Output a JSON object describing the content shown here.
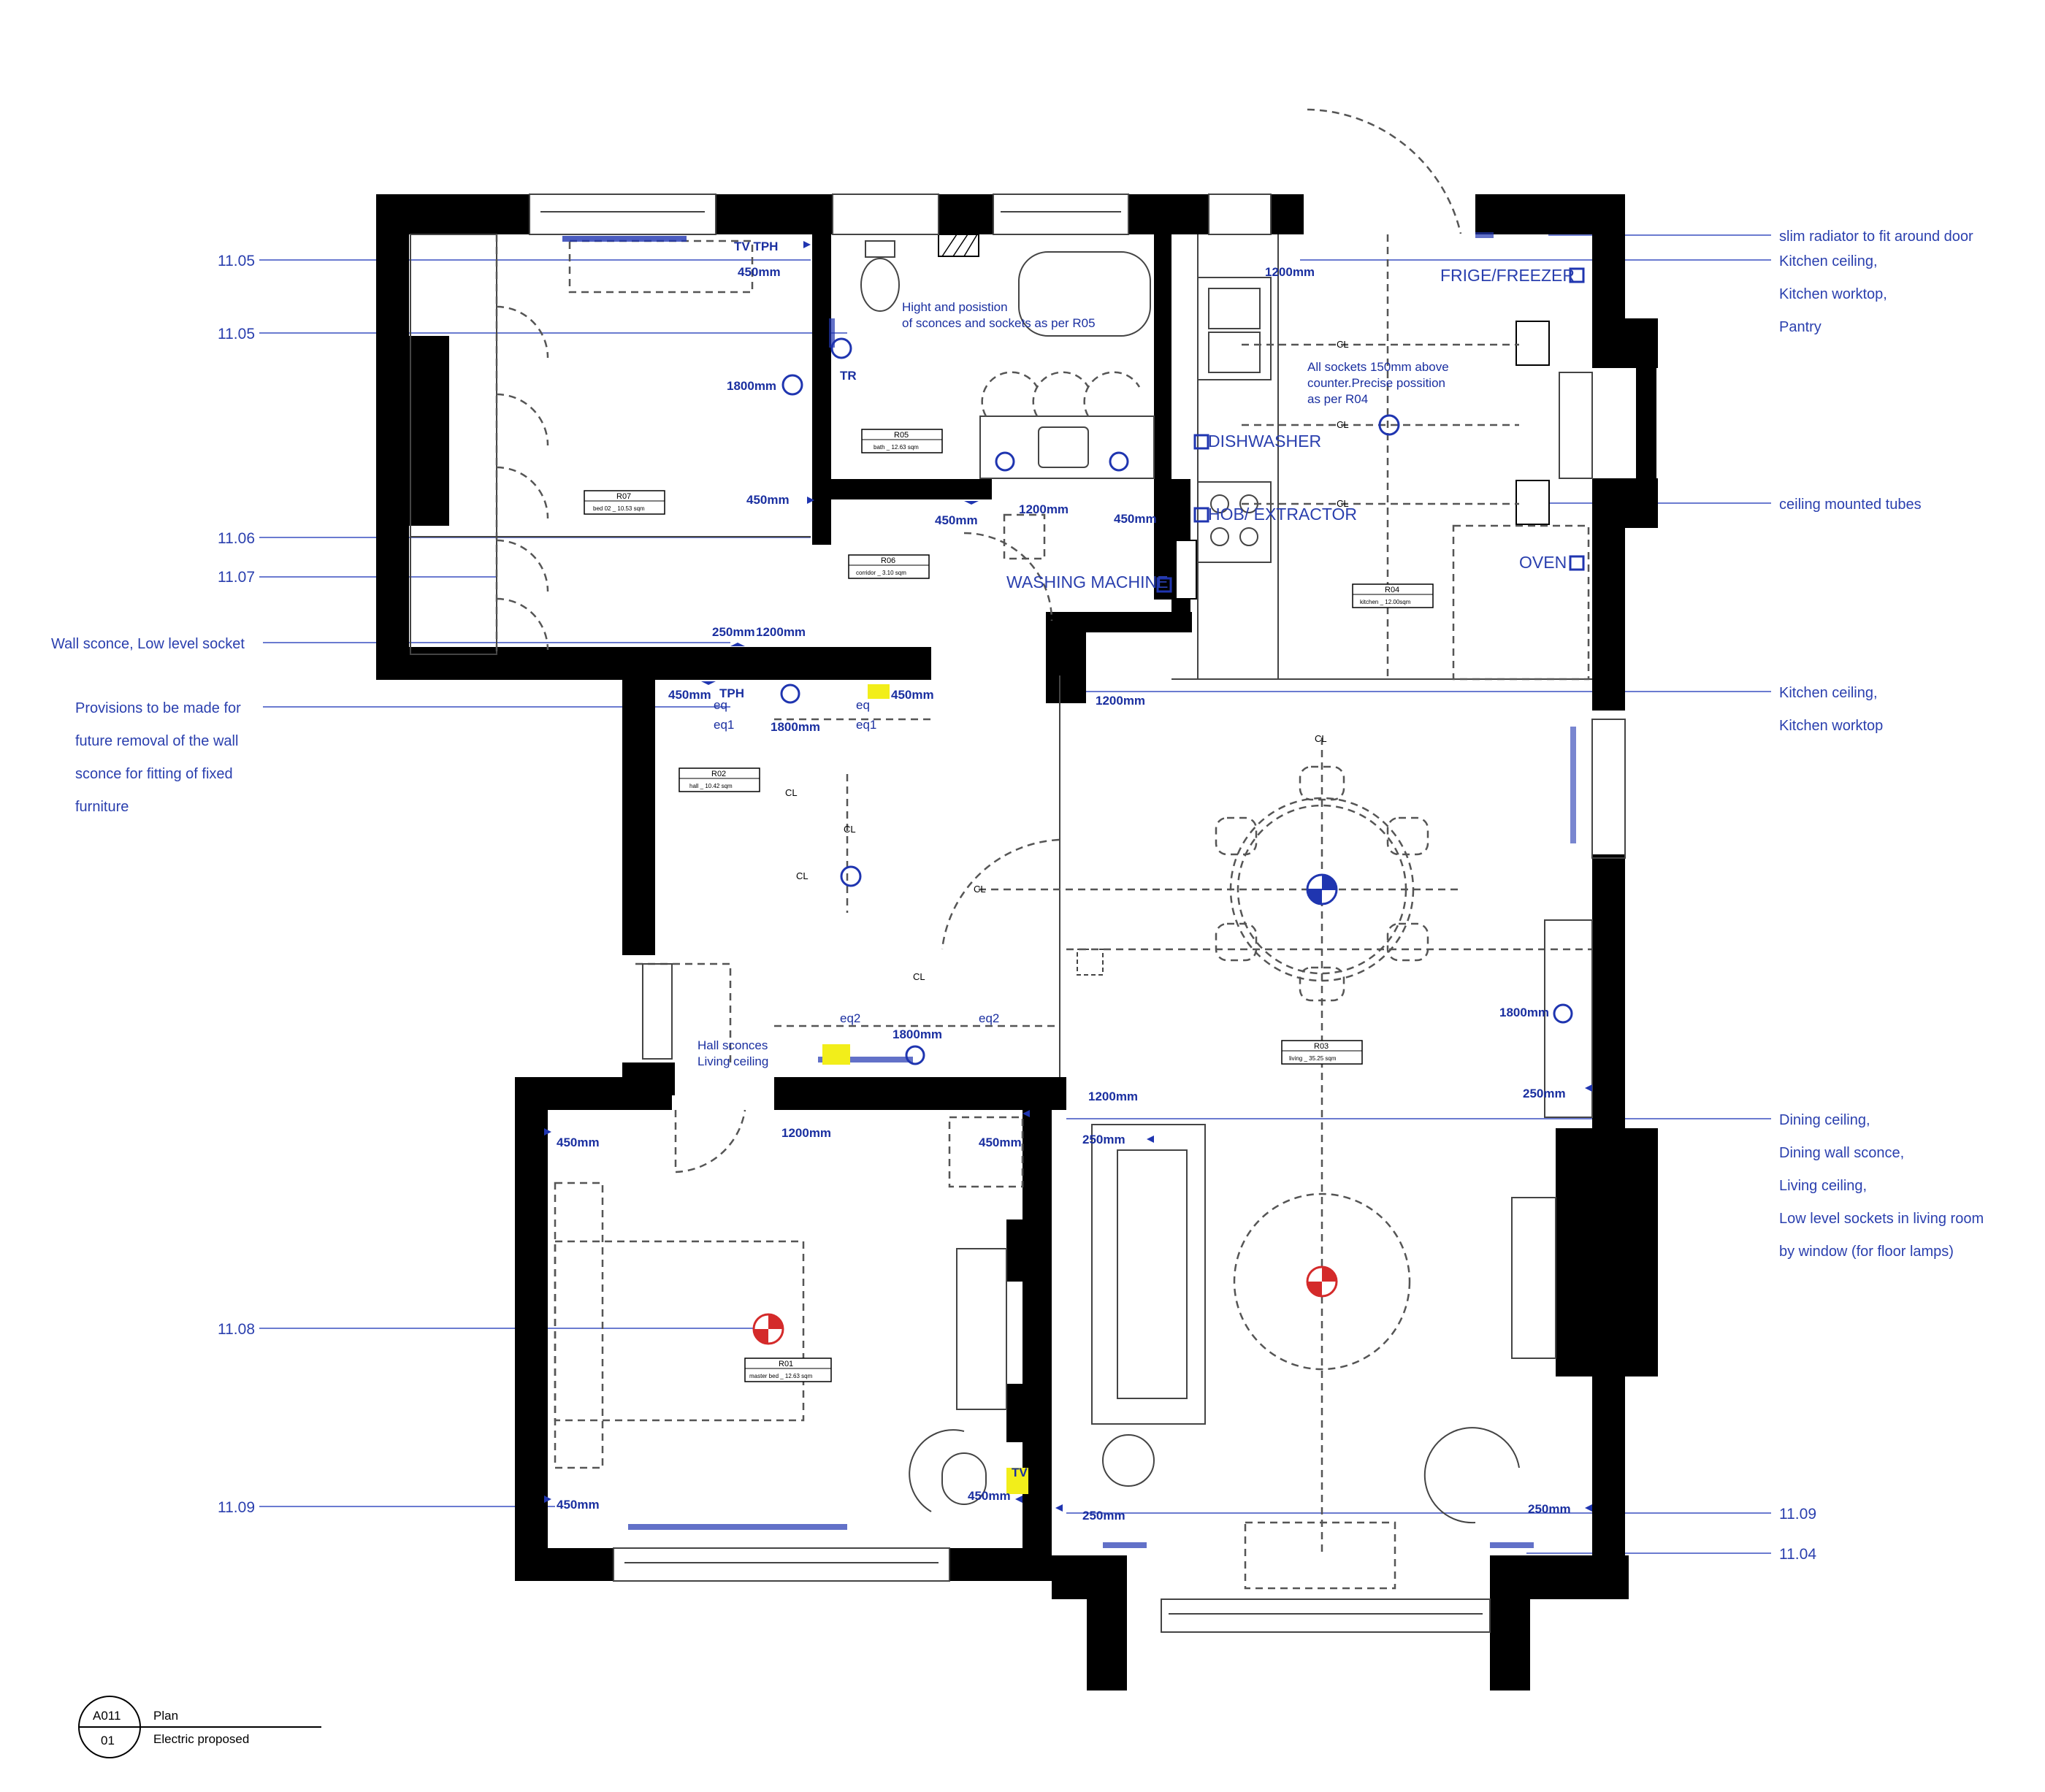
{
  "left_codes": [
    "11.05",
    "11.05",
    "11.06",
    "11.07",
    "11.08",
    "11.09"
  ],
  "left_notes": {
    "wall_sconce": "Wall sconce, Low level socket",
    "provisions": [
      "Provisions to be made for",
      "future removal of the wall",
      "sconce  for fitting of fixed",
      "furniture"
    ]
  },
  "right_notes": {
    "radiator": "slim radiator to fit around door",
    "kitchen_block": [
      "Kitchen ceiling,",
      "Kitchen worktop,",
      "Pantry"
    ],
    "tubes": "ceiling mounted tubes",
    "kitchen_block2": [
      "Kitchen ceiling,",
      "Kitchen worktop"
    ],
    "dining_block": [
      "Dining ceiling,",
      "Dining wall sconce,",
      "Living ceiling,",
      "Low level sockets in living room",
      "by window (for floor lamps)"
    ],
    "code_1109": "11.09",
    "code_1104": "11.04"
  },
  "rooms": {
    "r07": {
      "code": "R07",
      "name": "bed 02 _ 10.53 sqm"
    },
    "r05": {
      "code": "R05",
      "name": "bath _ 12.63 sqm"
    },
    "r06": {
      "code": "R06",
      "name": "corridor _ 3.10 sqm"
    },
    "r04": {
      "code": "R04",
      "name": "kitchen _ 12.00sqm"
    },
    "r02": {
      "code": "R02",
      "name": "hall _ 10.42 sqm"
    },
    "r03": {
      "code": "R03",
      "name": "living _ 35.25 sqm"
    },
    "r01": {
      "code": "R01",
      "name": "master bed _ 12.63 sqm"
    }
  },
  "annotations": {
    "sconces_note": [
      "Hight and posistion",
      "of sconces and sockets as per R05"
    ],
    "sockets_note": [
      "All sockets 150mm above",
      "counter.Precise possition",
      "as per R04"
    ],
    "hall_note": [
      "Hall sconces",
      "Living ceiling"
    ],
    "dishwasher": "DISHWASHER",
    "hob": "HOB/ EXTRACTOR",
    "washing": "WASHING MACHINE",
    "fridge": "FRIGE/FREEZER",
    "oven": "OVEN",
    "tv_tph": "TV TPH",
    "tph": "TPH",
    "tr": "TR",
    "tv": "TV",
    "cl": "CL",
    "eq": "eq",
    "eq1": "eq1",
    "eq2": "eq2"
  },
  "dims": {
    "d450": "450mm",
    "d1800": "1800mm",
    "d1200": "1200mm",
    "d250": "250mm"
  },
  "title_block": {
    "sheet": "A011",
    "number": "01",
    "title": "Plan",
    "subtitle": "Electric proposed"
  },
  "colors": {
    "annotation_blue": "#2a3fae",
    "wall": "#000000",
    "lamp_red": "#d42a2a",
    "highlight_yellow": "#f2ee1a"
  }
}
